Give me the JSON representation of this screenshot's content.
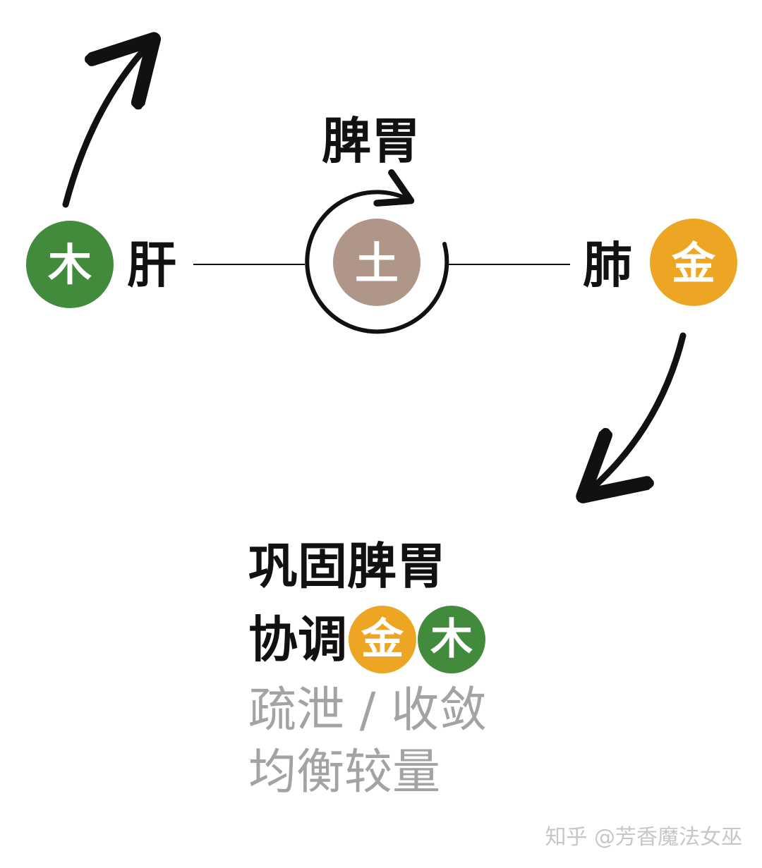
{
  "colors": {
    "wood": "#428a3c",
    "earth": "#b09689",
    "metal": "#eca623",
    "ink": "#111111",
    "muted": "#a3a3a3",
    "watermark": "#c7c7c7"
  },
  "diagram": {
    "wood_circle": "木",
    "liver_label": "肝",
    "earth_circle": "土",
    "spleen_stomach_label": "脾胃",
    "lung_label": "肺",
    "metal_circle": "金"
  },
  "summary": {
    "line1": "巩固脾胃",
    "line2_text": "协调",
    "badge_metal": "金",
    "badge_wood": "木",
    "line3": "疏泄 / 收敛",
    "line4": "均衡较量"
  },
  "watermark": "知乎 @芳香魔法女巫"
}
